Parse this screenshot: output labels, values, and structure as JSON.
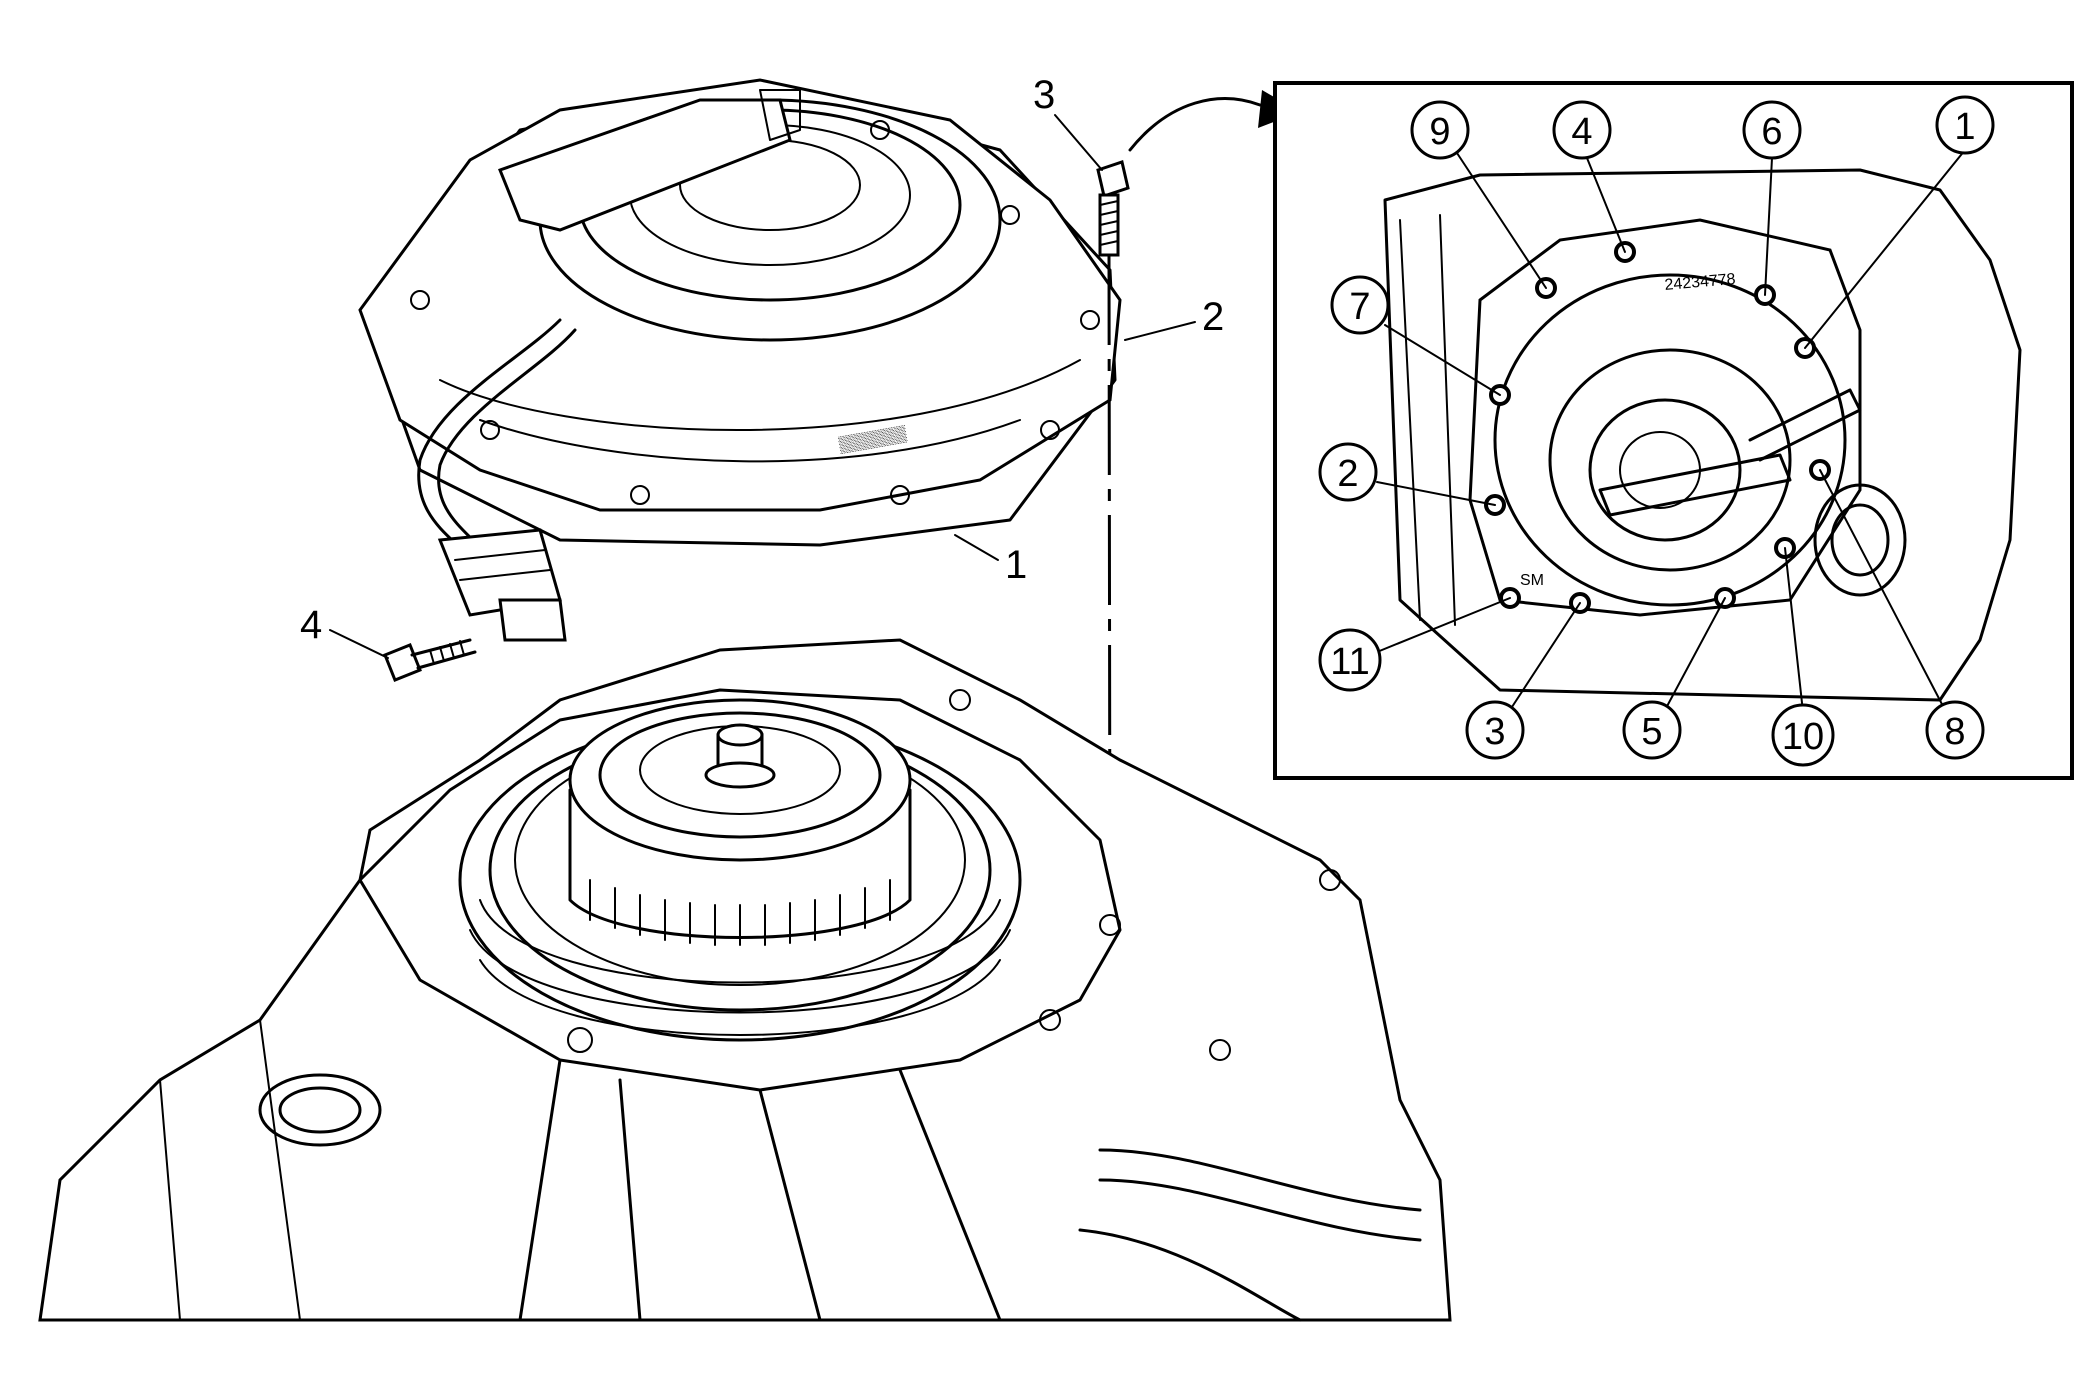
{
  "main_callouts": [
    {
      "id": "main-1",
      "label": "1"
    },
    {
      "id": "main-2",
      "label": "2"
    },
    {
      "id": "main-3",
      "label": "3"
    },
    {
      "id": "main-4",
      "label": "4"
    }
  ],
  "inset_callouts": [
    {
      "id": "inset-9",
      "label": "9"
    },
    {
      "id": "inset-4",
      "label": "4"
    },
    {
      "id": "inset-6",
      "label": "6"
    },
    {
      "id": "inset-1",
      "label": "1"
    },
    {
      "id": "inset-7",
      "label": "7"
    },
    {
      "id": "inset-2",
      "label": "2"
    },
    {
      "id": "inset-11",
      "label": "11"
    },
    {
      "id": "inset-3",
      "label": "3"
    },
    {
      "id": "inset-5",
      "label": "5"
    },
    {
      "id": "inset-10",
      "label": "10"
    },
    {
      "id": "inset-8",
      "label": "8"
    }
  ],
  "stamps": {
    "inset_part_number": "24234778",
    "inset_logo": "SM"
  },
  "colors": {
    "ink": "#000000",
    "paper": "#ffffff"
  }
}
